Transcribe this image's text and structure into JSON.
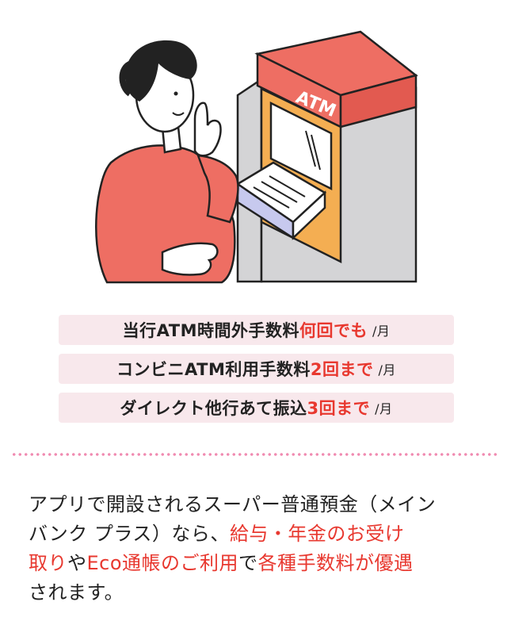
{
  "illustration": {
    "atm_label": "ATM"
  },
  "benefits": [
    {
      "lead": "当行ATM時間外手数料",
      "highlight": "何回でも",
      "unit": "/月"
    },
    {
      "lead": "コンビニATM利用手数料",
      "highlight": "2回まで",
      "unit": "/月"
    },
    {
      "lead": "ダイレクト他行あて振込",
      "highlight": "3回まで",
      "unit": "/月"
    }
  ],
  "description": {
    "p1": "アプリで開設されるスーパー普通預金（メイン",
    "p2": "バンク プラス）なら、",
    "h1": "給与・年金のお受け",
    "h2": "取り",
    "p3": "や",
    "h3": "Eco通帳のご利用",
    "p4": "で",
    "h4": "各種手数料が優遇",
    "p5": "されます。"
  },
  "colors": {
    "accent": "#e8382f",
    "badge_bg": "#f8e8ec",
    "dots": "#f08bb1",
    "atm_red": "#ee6e63",
    "atm_orange": "#f4ae52"
  }
}
